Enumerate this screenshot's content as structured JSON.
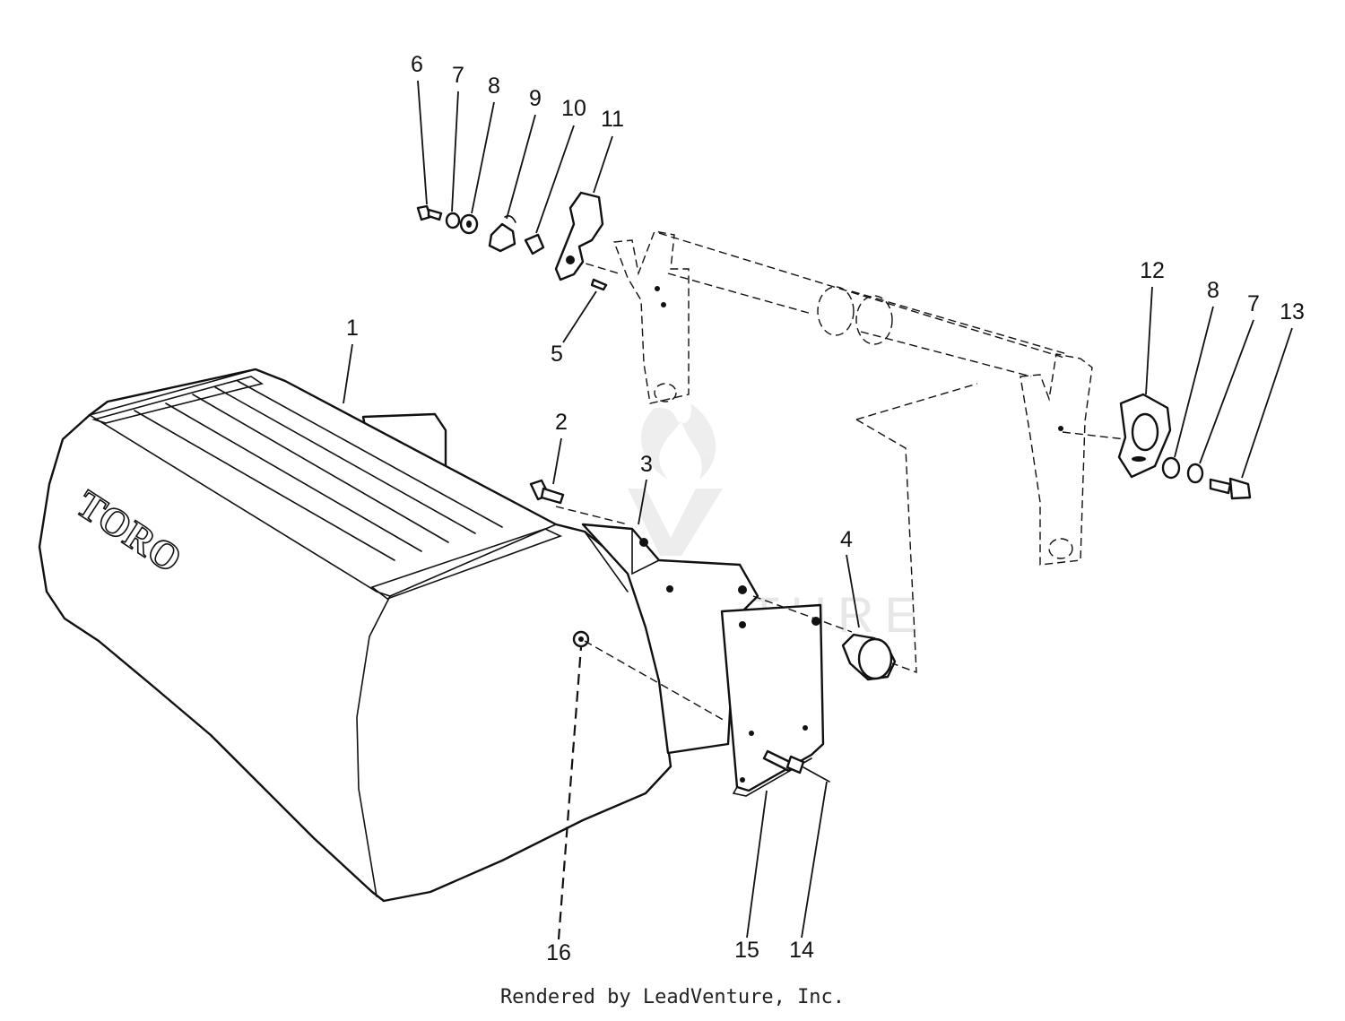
{
  "diagram": {
    "brand_logo_text": "TORO",
    "watermark_text": "LEADVENTURE",
    "callouts": [
      {
        "id": "1",
        "label": "1"
      },
      {
        "id": "2",
        "label": "2"
      },
      {
        "id": "3",
        "label": "3"
      },
      {
        "id": "4",
        "label": "4"
      },
      {
        "id": "5",
        "label": "5"
      },
      {
        "id": "6",
        "label": "6"
      },
      {
        "id": "7a",
        "label": "7"
      },
      {
        "id": "8a",
        "label": "8"
      },
      {
        "id": "9",
        "label": "9"
      },
      {
        "id": "10",
        "label": "10"
      },
      {
        "id": "11",
        "label": "11"
      },
      {
        "id": "12",
        "label": "12"
      },
      {
        "id": "8b",
        "label": "8"
      },
      {
        "id": "7b",
        "label": "7"
      },
      {
        "id": "13",
        "label": "13"
      },
      {
        "id": "14",
        "label": "14"
      },
      {
        "id": "15",
        "label": "15"
      },
      {
        "id": "16",
        "label": "16"
      }
    ]
  },
  "footer": {
    "credit": "Rendered by LeadVenture, Inc."
  }
}
